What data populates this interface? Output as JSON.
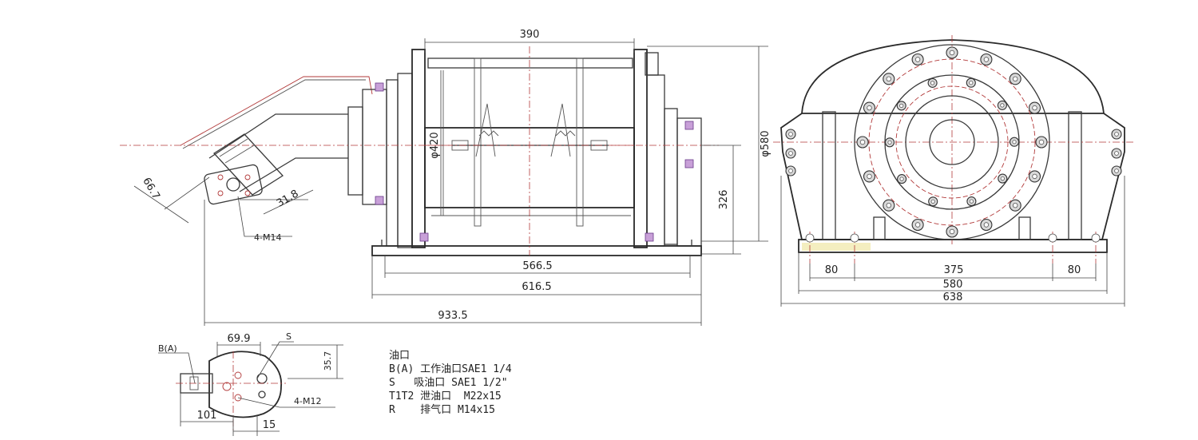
{
  "dims": {
    "width_390": "390",
    "dia_420": "φ420",
    "dia_580": "φ580",
    "height_326": "326",
    "len_566_5": "566.5",
    "len_616_5": "616.5",
    "len_933_5": "933.5",
    "motor_66_7": "66.7",
    "motor_31_8": "31.8",
    "motor_m14": "4-M14",
    "side_80_left": "80",
    "side_375": "375",
    "side_80_right": "80",
    "side_580": "580",
    "side_638": "638",
    "port_69_9": "69.9",
    "port_s": "S",
    "port_35_7": "35.7",
    "port_ba": "B(A)",
    "port_m12": "4-M12",
    "port_101": "101",
    "port_15": "15"
  },
  "notes": {
    "title": "油口",
    "line1": "B(A) 工作油口SAE1 1/4",
    "line2": "S   吸油口 SAE1 1/2\"",
    "line3": "T1T2 泄油口  M22x15",
    "line4": "R    排气口 M14x15"
  }
}
